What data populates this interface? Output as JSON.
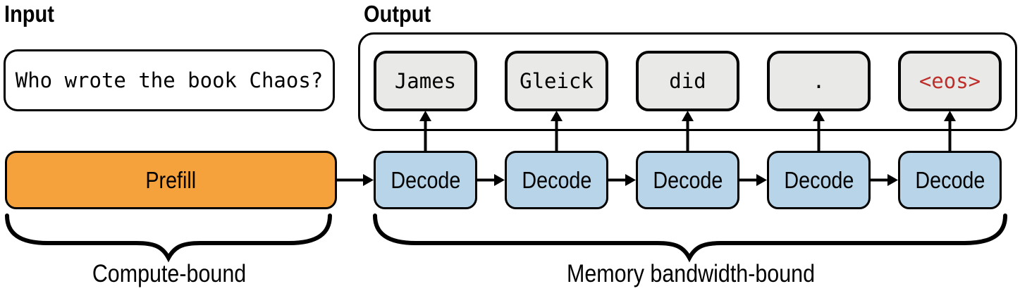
{
  "input": {
    "heading": "Input",
    "text": "Who wrote the book Chaos?"
  },
  "output": {
    "heading": "Output",
    "tokens": [
      {
        "text": "James"
      },
      {
        "text": "Gleick"
      },
      {
        "text": "did"
      },
      {
        "text": "."
      },
      {
        "text": "<eos>",
        "highlight": true
      }
    ]
  },
  "pipeline": {
    "prefill_label": "Prefill",
    "decode_label": "Decode",
    "decode_count": 5
  },
  "annotations": {
    "compute_bound": "Compute-bound",
    "memory_bound": "Memory bandwidth-bound"
  },
  "colors": {
    "prefill_fill": "#F5A23C",
    "decode_fill": "#B7D4E8",
    "token_fill": "#E9E9E7",
    "eos_text": "#BE2F2C",
    "stroke": "#000000",
    "background": "#FFFFFF"
  }
}
